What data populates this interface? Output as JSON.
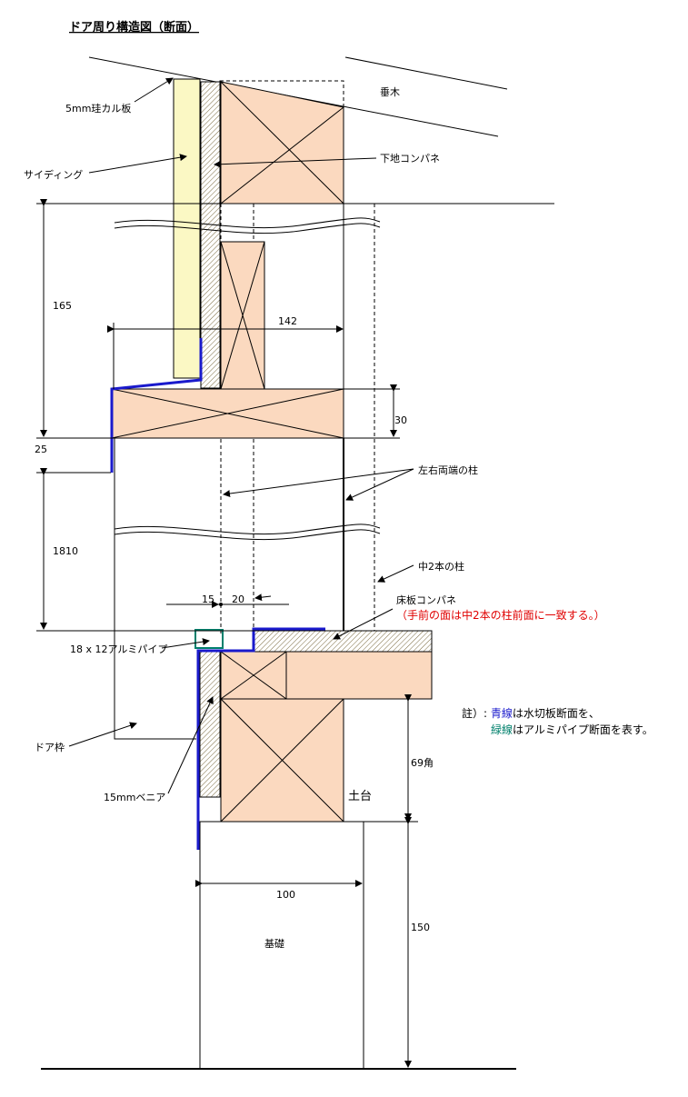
{
  "title": "ドア周り構造図（断面）",
  "labels": {
    "calcium_board": "5mm珪カル板",
    "siding": "サイディング",
    "rafter": "垂木",
    "base_plywood": "下地コンパネ",
    "pillar_ends": "左右両端の柱",
    "pillar_middle": "中2本の柱",
    "floor_plywood": "床板コンパネ",
    "floor_note": "（手前の面は中2本の柱前面に一致する。）",
    "alu_pipe": "18 x 12アルミパイプ",
    "door_frame": "ドア枠",
    "veneer": "15mmベニア",
    "sill": "土台",
    "foundation": "基礎"
  },
  "dimensions": {
    "d165": "165",
    "d142": "142",
    "d30": "30",
    "d25": "25",
    "d1810": "1810",
    "d15": "15",
    "d20": "20",
    "d69": "69角",
    "d100": "100",
    "d150": "150"
  },
  "legend": {
    "prefix": "註）: ",
    "blue_word": "青線",
    "blue_rest": "は水切板断面を、",
    "green_word": "緑線",
    "green_rest": "はアルミパイプ断面を表す。",
    "blue_color": "#1a1acc",
    "green_color": "#00806c"
  }
}
